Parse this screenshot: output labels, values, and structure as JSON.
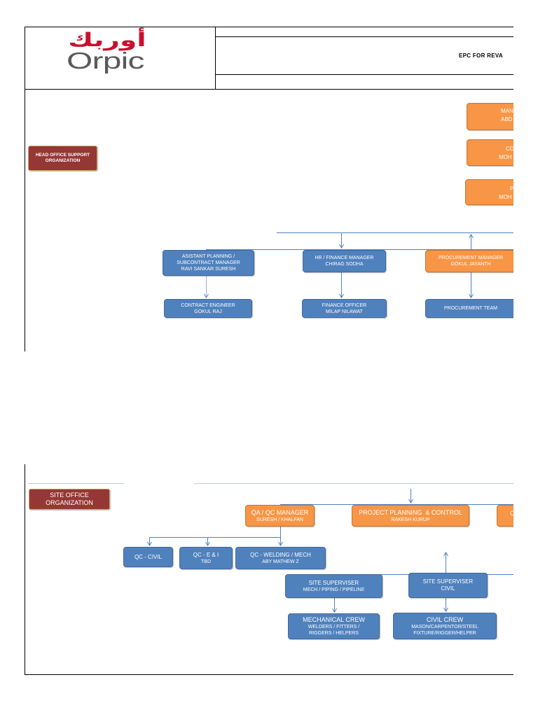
{
  "header": {
    "logo_arabic": "أوربك",
    "logo_latin": "Orpic",
    "title": "EPC FOR REVA"
  },
  "head_office": {
    "label": [
      "HEAD OFFICE SUPPORT",
      "ORGANIZATION"
    ],
    "top_boxes": [
      [
        "MAN",
        "ABD"
      ],
      [
        "CO",
        "MOH"
      ],
      [
        "P",
        "MOH"
      ]
    ],
    "managers": [
      [
        "ASISTANT PLANNING /",
        "SUBCONTRACT MANAGER",
        "RAVI SANKAR SURESH"
      ],
      [
        "HR / FINANCE MANAGER",
        "CHIRAG SODHA"
      ],
      [
        "PROCUREMENT MANAGER",
        "GOKUL JAYANTH"
      ]
    ],
    "staff": [
      [
        "CONTRACT ENGINEER",
        "GOKUL RAJ"
      ],
      [
        "FINANCE OFFICER",
        "MILAP NILAWAT"
      ],
      [
        "PROCUREMENT TEAM"
      ]
    ]
  },
  "site_office": {
    "label": [
      "SITE OFFICE",
      "ORGANIZATION"
    ],
    "managers": [
      {
        "title": "QA / QC MANAGER",
        "name": "SURESH / KHALFAN"
      },
      {
        "title": "PROJECT PLANNING  & CONTROL",
        "name": "RAKESH KURUP"
      },
      {
        "title": "C"
      }
    ],
    "qc": [
      {
        "title": "QC - CIVIL"
      },
      {
        "title": "QC - E & I",
        "name": "TBD"
      },
      {
        "title": "QC - WELDING / MECH",
        "name": "ABY MATHEW Z"
      }
    ],
    "supervisors": [
      {
        "title": "SITE SUPERVISER",
        "scope": "MECH / PIPING / PIPELINE"
      },
      {
        "title": "SITE SUPERVISER",
        "scope": "CIVIL"
      }
    ],
    "crews": [
      {
        "title": "MECHANICAL CREW",
        "members": [
          "WELDERS / FITTERS /",
          "RIGGERS / HELPERS"
        ]
      },
      {
        "title": "CIVIL CREW",
        "members": [
          "MASON/CARPENTOR/STEEL",
          "FIXTURE/RIGGER/HELPER"
        ]
      }
    ]
  },
  "colors": {
    "box_blue": "#4F81BD",
    "box_orange": "#F79646",
    "box_red": "#953735",
    "connector": "#4F81BD",
    "logo_red": "#C8102E",
    "logo_gray": "#58595B"
  }
}
